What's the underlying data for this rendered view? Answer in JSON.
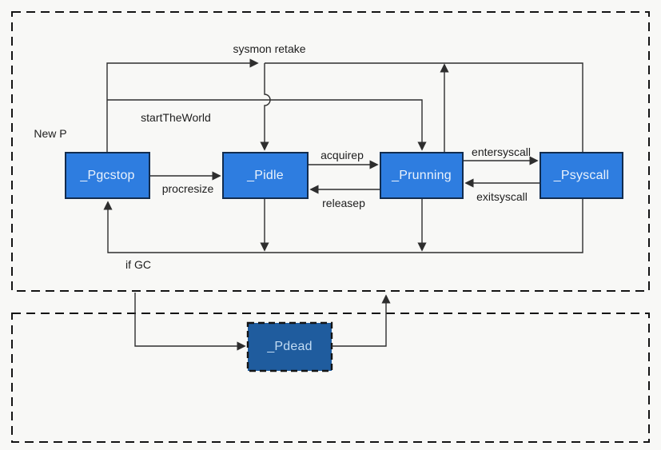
{
  "nodes": {
    "pgcstop": {
      "label": "_Pgcstop"
    },
    "pidle": {
      "label": "_Pidle"
    },
    "prunning": {
      "label": "_Prunning"
    },
    "psyscall": {
      "label": "_Psyscall"
    },
    "pdead": {
      "label": "_Pdead"
    }
  },
  "edges": {
    "sysmon_retake": {
      "label": "sysmon retake"
    },
    "start_the_world": {
      "label": "startTheWorld"
    },
    "procresize": {
      "label": "procresize"
    },
    "acquirep": {
      "label": "acquirep"
    },
    "releasep": {
      "label": "releasep"
    },
    "entersyscall": {
      "label": "entersyscall"
    },
    "exitsyscall": {
      "label": "exitsyscall"
    },
    "if_gc": {
      "label": "if GC"
    }
  },
  "annotations": {
    "new_p": "New P"
  },
  "colors": {
    "canvas_bg": "#f8f8f6",
    "node_fill": "#2e7de0",
    "node_border": "#122c4e",
    "node_text": "#eaf2fc",
    "dead_fill": "#1f5c9e",
    "dead_text": "#c2dcf4",
    "line": "#2e2e2e",
    "region_border": "#141414",
    "label_text": "#1d1d1d"
  }
}
